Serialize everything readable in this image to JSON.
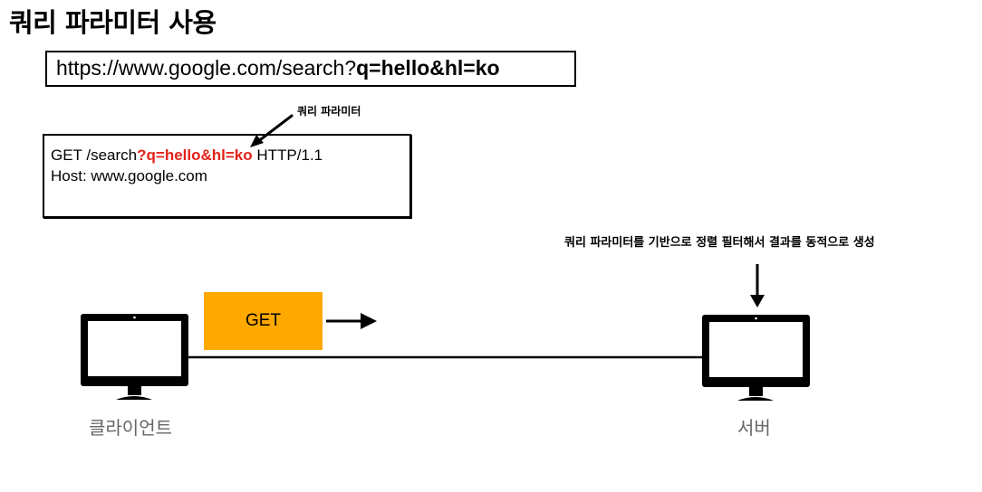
{
  "title": "쿼리 파라미터 사용",
  "url": {
    "base": "https://www.google.com/search?",
    "query": "q=hello&hl=ko"
  },
  "request": {
    "line1_prefix": "GET /search",
    "line1_query": "?q=hello&hl=ko",
    "line1_suffix": " HTTP/1.1",
    "line2": "Host: www.google.com"
  },
  "annotations": {
    "query_param_label": "쿼리 파라미터",
    "server_note": "쿼리 파라미터를 기반으로 정렬 필터해서 결과를 동적으로 생성"
  },
  "method_badge": {
    "label": "GET",
    "color": "#ffa800"
  },
  "highlight_color": "#e2231a",
  "client": {
    "caption": "클라이언트",
    "icon": "monitor-icon"
  },
  "server": {
    "caption": "서버",
    "icon": "monitor-icon"
  }
}
